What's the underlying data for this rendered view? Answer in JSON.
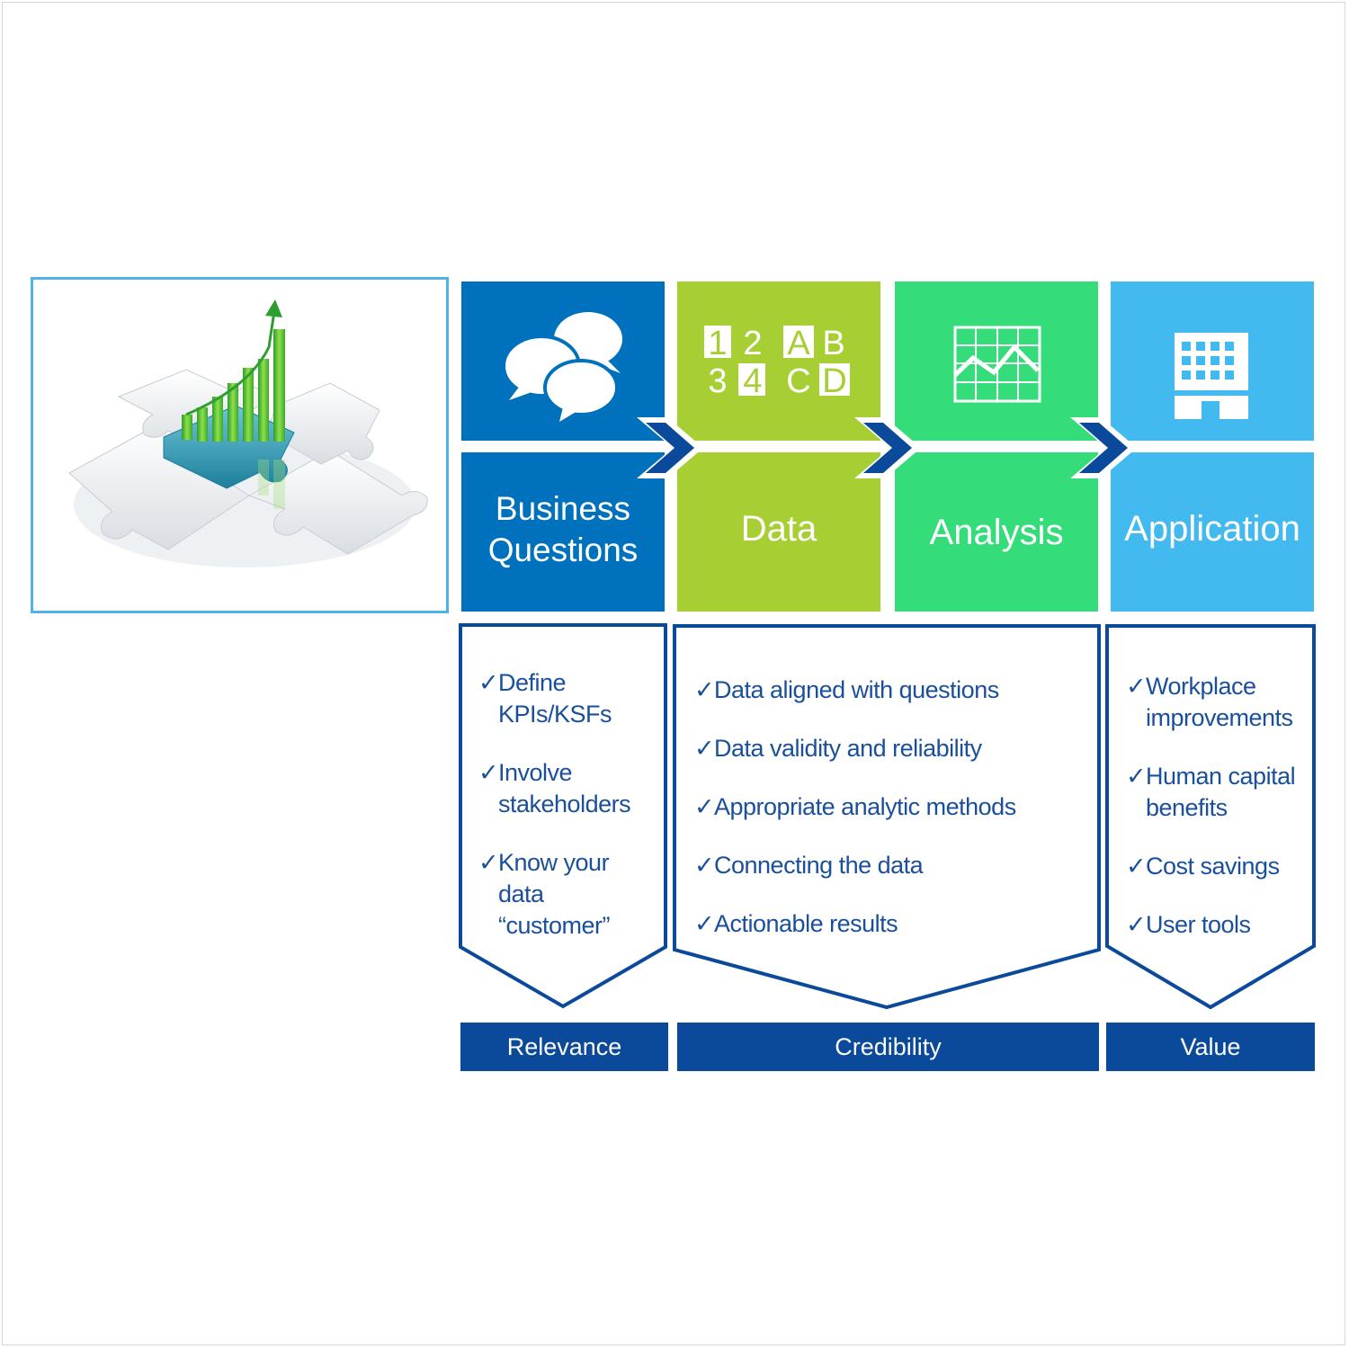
{
  "stages": [
    {
      "id": "business-questions",
      "title": "Business Questions",
      "icon": "chat-bubbles-icon",
      "top_color": "#0071bc",
      "bottom_color": "#0071bc"
    },
    {
      "id": "data",
      "title": "Data",
      "icon": "numbers-letters-icon",
      "glyphs": [
        "1",
        "2",
        "A",
        "B",
        "3",
        "4",
        "C",
        "D"
      ],
      "top_color": "#a7cf34",
      "bottom_color": "#a7cf34"
    },
    {
      "id": "analysis",
      "title": "Analysis",
      "icon": "line-chart-icon",
      "top_color": "#34dc7a",
      "bottom_color": "#34dc7a"
    },
    {
      "id": "application",
      "title": "Application",
      "icon": "building-icon",
      "top_color": "#42baf0",
      "bottom_color": "#42baf0"
    }
  ],
  "arrow_color": "#0b4a9a",
  "groups": [
    {
      "id": "relevance",
      "label": "Relevance",
      "items": [
        "Define KPIs/KSFs",
        "Involve stakeholders",
        "Know your data “customer”"
      ]
    },
    {
      "id": "credibility",
      "label": "Credibility",
      "items": [
        "Data aligned with questions",
        "Data validity and reliability",
        "Appropriate analytic methods",
        "Connecting the data",
        "Actionable results"
      ]
    },
    {
      "id": "value",
      "label": "Value",
      "items": [
        "Workplace improvements",
        "Human capital benefits",
        "Cost savings",
        "User tools"
      ]
    }
  ],
  "check_mark": "✓",
  "photo": {
    "subject": "puzzle-growth-chart-image"
  }
}
